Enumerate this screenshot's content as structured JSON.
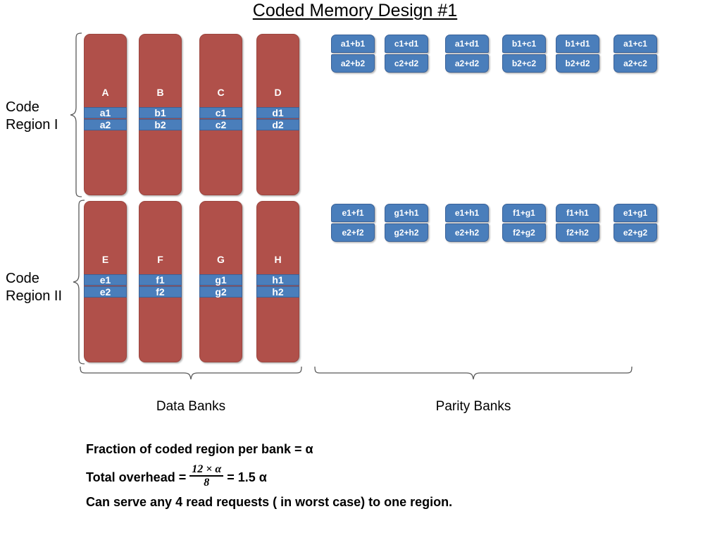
{
  "title": "Coded Memory Design #1",
  "regions": [
    {
      "name": "region-i",
      "label_line1": "Code",
      "label_line2": "Region I",
      "banks": [
        {
          "id": "A",
          "label": "A",
          "stripe1": "a1",
          "stripe2": "a2"
        },
        {
          "id": "B",
          "label": "B",
          "stripe1": "b1",
          "stripe2": "b2"
        },
        {
          "id": "C",
          "label": "C",
          "stripe1": "c1",
          "stripe2": "c2"
        },
        {
          "id": "D",
          "label": "D",
          "stripe1": "d1",
          "stripe2": "d2"
        }
      ],
      "parity": [
        {
          "top": "a1+b1",
          "bottom": "a2+b2"
        },
        {
          "top": "c1+d1",
          "bottom": "c2+d2"
        },
        {
          "top": "a1+d1",
          "bottom": "a2+d2"
        },
        {
          "top": "b1+c1",
          "bottom": "b2+c2"
        },
        {
          "top": "b1+d1",
          "bottom": "b2+d2"
        },
        {
          "top": "a1+c1",
          "bottom": "a2+c2"
        }
      ]
    },
    {
      "name": "region-ii",
      "label_line1": "Code",
      "label_line2": "Region II",
      "banks": [
        {
          "id": "E",
          "label": "E",
          "stripe1": "e1",
          "stripe2": "e2"
        },
        {
          "id": "F",
          "label": "F",
          "stripe1": "f1",
          "stripe2": "f2"
        },
        {
          "id": "G",
          "label": "G",
          "stripe1": "g1",
          "stripe2": "g2"
        },
        {
          "id": "H",
          "label": "H",
          "stripe1": "h1",
          "stripe2": "h2"
        }
      ],
      "parity": [
        {
          "top": "e1+f1",
          "bottom": "e2+f2"
        },
        {
          "top": "g1+h1",
          "bottom": "g2+h2"
        },
        {
          "top": "e1+h1",
          "bottom": "e2+h2"
        },
        {
          "top": "f1+g1",
          "bottom": "f2+g2"
        },
        {
          "top": "f1+h1",
          "bottom": "f2+h2"
        },
        {
          "top": "e1+g1",
          "bottom": "e2+g2"
        }
      ]
    }
  ],
  "group_labels": {
    "data_banks": "Data Banks",
    "parity_banks": "Parity Banks"
  },
  "notes": {
    "line1": "Fraction of coded region per bank = α",
    "line2_prefix": "Total overhead =",
    "line2_numerator": "12 × α",
    "line2_denominator": "8",
    "line2_suffix": "= 1.5 α",
    "line3": "Can serve any 4 read requests ( in worst case) to one region."
  },
  "colors": {
    "bank_red": "#b0504a",
    "stripe_blue": "#4a7ebb",
    "brace_gray": "#595959",
    "text_black": "#000000"
  }
}
